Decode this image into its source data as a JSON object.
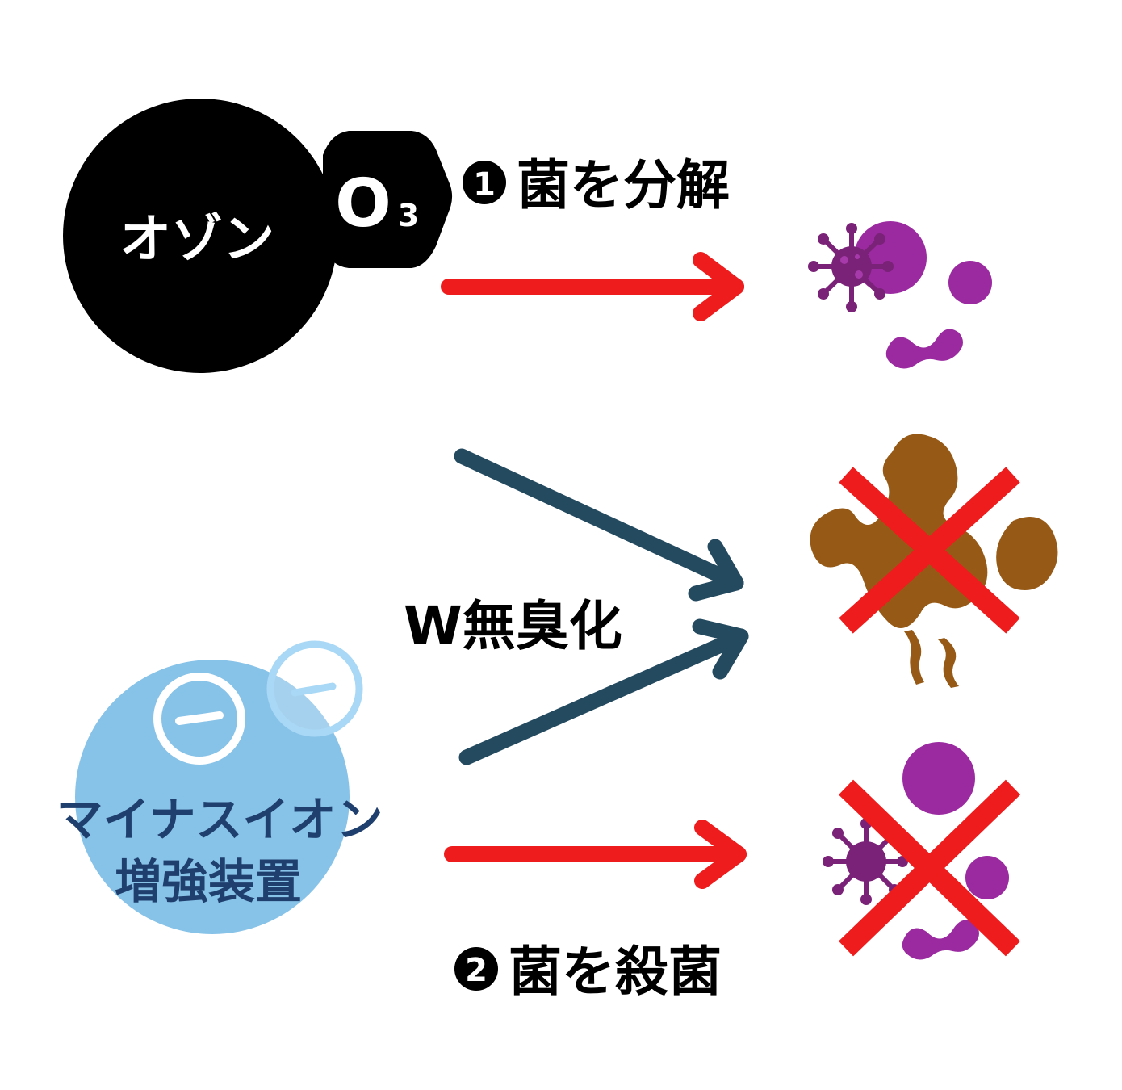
{
  "ozone": {
    "name": "オゾン",
    "formula_main": "O",
    "formula_sub": "3",
    "circle_color": "#000000",
    "text_color": "#ffffff"
  },
  "ion": {
    "name_line1": "マイナスイオン",
    "name_line2": "増強装置",
    "circle_color": "#87c2e8",
    "text_color": "#1f3f6e",
    "minus_symbol_color": "#ffffff",
    "small_minus_color": "#a8d8f5"
  },
  "labels": {
    "step1_num": "1",
    "step1_text": "菌を分解",
    "step2_num": "2",
    "step2_text": "菌を殺菌",
    "center": "W無臭化"
  },
  "colors": {
    "arrow_red": "#ee1c1c",
    "arrow_dark": "#244a60",
    "germ_purple": "#9b2aa1",
    "germ_dark": "#7a2277",
    "odor_brown": "#965a16",
    "cross_red": "#ee1c1c"
  },
  "icons": [
    "germ-cluster-icon",
    "odor-icon",
    "cross-icon",
    "minus-ion-icon"
  ]
}
